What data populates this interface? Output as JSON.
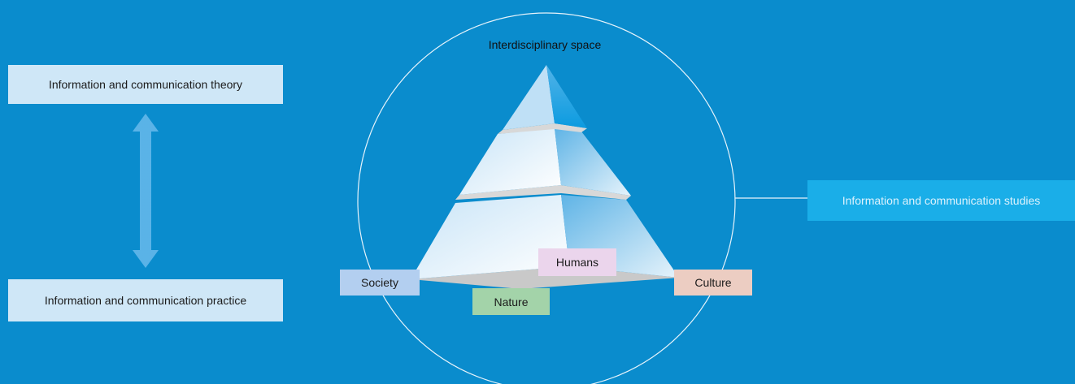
{
  "colors": {
    "background": "#0a8ccd",
    "box_light": "#cfe7f7",
    "box_studies": "#1aaee8",
    "society": "#b3cff0",
    "humans": "#ebd5ec",
    "nature": "#a3d3a9",
    "culture": "#eccdc2"
  },
  "left_panel": {
    "theory_label": "Information and communication theory",
    "practice_label": "Information and communication practice",
    "connector_icon": "double-headed-arrow-icon"
  },
  "center": {
    "space_label": "Interdisciplinary space",
    "pyramid_icon": "stepped-pyramid-icon",
    "corners": {
      "society": "Society",
      "humans": "Humans",
      "nature": "Nature",
      "culture": "Culture"
    }
  },
  "right_panel": {
    "studies_label": "Information and communication studies"
  }
}
